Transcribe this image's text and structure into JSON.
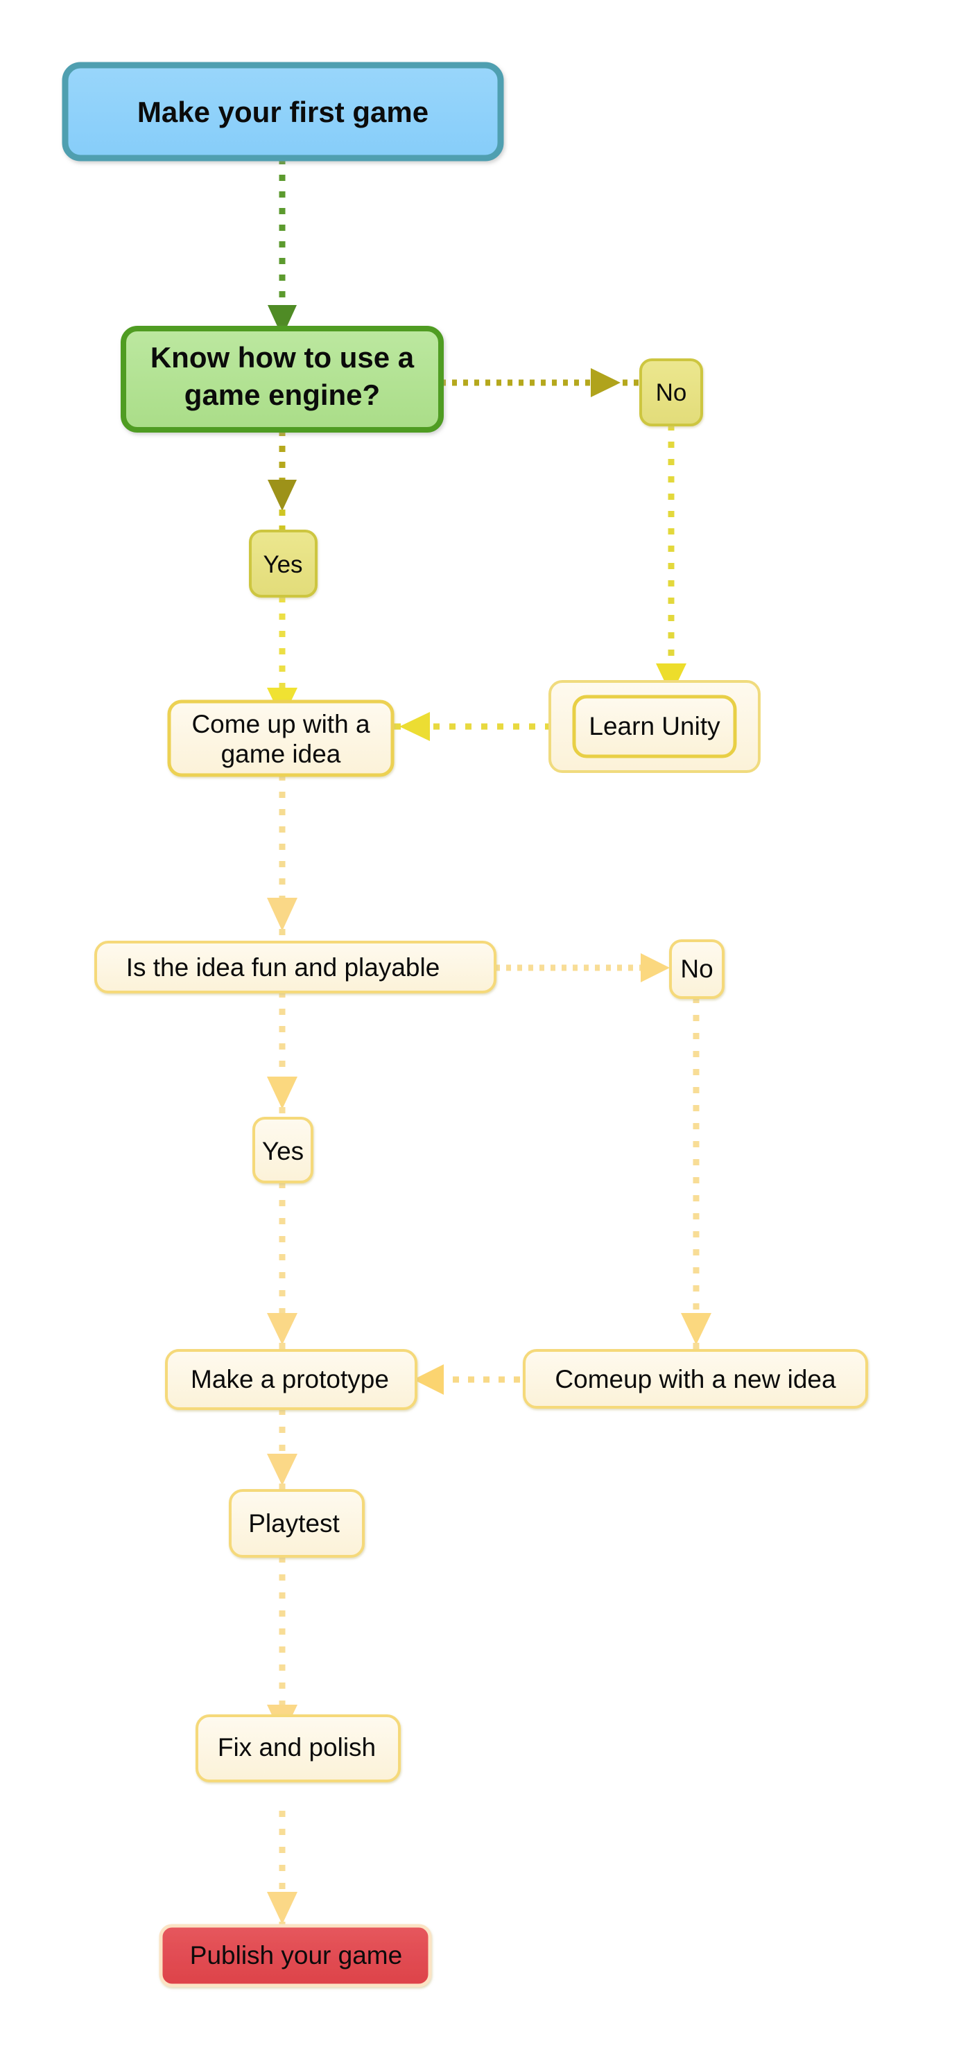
{
  "diagram": {
    "title_node": "Make your first game",
    "type": "flowchart",
    "background": "#ffffff",
    "palette": {
      "start_fill": "#8fd2fa",
      "start_stroke": "#4f9fb0",
      "decision_fill": "#b3e391",
      "decision_stroke": "#4f9c20",
      "process_fill": "#fdf6e0",
      "process_stroke": "#f5d97a",
      "edge_label_fill": "#e8e388",
      "edge_label_stroke": "#cdc63f",
      "end_fill": "#e24e54",
      "end_stroke": "#fbe3c4",
      "green_edge": "#5c9a2e",
      "olive_edge": "#b5a81d",
      "yellow_edge": "#e8d23a",
      "sand_edge": "#f7d98a",
      "text": "#0b0b0b"
    },
    "nodes": [
      {
        "id": "start",
        "label": "Make your first game",
        "shape": "rounded-bold",
        "kind": "start"
      },
      {
        "id": "q-engine",
        "label": "Know how to use a\ngame engine?",
        "shape": "rounded-bold",
        "kind": "decision"
      },
      {
        "id": "no-1",
        "label": "No",
        "shape": "rounded-small",
        "kind": "edge-label"
      },
      {
        "id": "yes-1",
        "label": "Yes",
        "shape": "rounded-small",
        "kind": "edge-label"
      },
      {
        "id": "learn-unity",
        "label": "Learn Unity",
        "shape": "double-rounded",
        "kind": "subroutine"
      },
      {
        "id": "game-idea",
        "label": "Come up with a\ngame idea",
        "shape": "rounded",
        "kind": "process"
      },
      {
        "id": "q-fun",
        "label": "Is the idea fun and playable",
        "shape": "rounded",
        "kind": "decision-plain"
      },
      {
        "id": "no-2",
        "label": "No",
        "shape": "rounded-small",
        "kind": "edge-label"
      },
      {
        "id": "yes-2",
        "label": "Yes",
        "shape": "rounded-small",
        "kind": "edge-label"
      },
      {
        "id": "new-idea",
        "label": "Comeup with a new idea",
        "shape": "rounded",
        "kind": "process"
      },
      {
        "id": "prototype",
        "label": "Make a prototype",
        "shape": "rounded",
        "kind": "process"
      },
      {
        "id": "playtest",
        "label": "Playtest",
        "shape": "rounded",
        "kind": "process"
      },
      {
        "id": "fix-polish",
        "label": "Fix and polish",
        "shape": "rounded",
        "kind": "process"
      },
      {
        "id": "publish",
        "label": "Publish your game",
        "shape": "rounded",
        "kind": "end"
      }
    ],
    "edges": [
      {
        "from": "start",
        "to": "q-engine",
        "style": "dotted",
        "color": "green"
      },
      {
        "from": "q-engine",
        "to": "no-1",
        "style": "dotted",
        "color": "olive",
        "direction": "right"
      },
      {
        "from": "q-engine",
        "to": "yes-1",
        "style": "dotted",
        "color": "olive",
        "direction": "down"
      },
      {
        "from": "no-1",
        "to": "learn-unity",
        "style": "dotted",
        "color": "yellow",
        "direction": "down"
      },
      {
        "from": "yes-1",
        "to": "game-idea",
        "style": "dotted",
        "color": "yellow",
        "direction": "down"
      },
      {
        "from": "learn-unity",
        "to": "game-idea",
        "style": "dotted",
        "color": "yellow",
        "direction": "left"
      },
      {
        "from": "game-idea",
        "to": "q-fun",
        "style": "dotted",
        "color": "sand",
        "direction": "down"
      },
      {
        "from": "q-fun",
        "to": "no-2",
        "style": "dotted",
        "color": "sand",
        "direction": "right"
      },
      {
        "from": "q-fun",
        "to": "yes-2",
        "style": "dotted",
        "color": "sand",
        "direction": "down"
      },
      {
        "from": "no-2",
        "to": "new-idea",
        "style": "dotted",
        "color": "sand",
        "direction": "down"
      },
      {
        "from": "yes-2",
        "to": "prototype",
        "style": "dotted",
        "color": "sand",
        "direction": "down"
      },
      {
        "from": "new-idea",
        "to": "prototype",
        "style": "dotted",
        "color": "sand",
        "direction": "left"
      },
      {
        "from": "prototype",
        "to": "playtest",
        "style": "dotted",
        "color": "sand",
        "direction": "down"
      },
      {
        "from": "playtest",
        "to": "fix-polish",
        "style": "dotted",
        "color": "sand",
        "direction": "down"
      },
      {
        "from": "fix-polish",
        "to": "publish",
        "style": "dotted",
        "color": "sand",
        "direction": "down"
      }
    ]
  }
}
